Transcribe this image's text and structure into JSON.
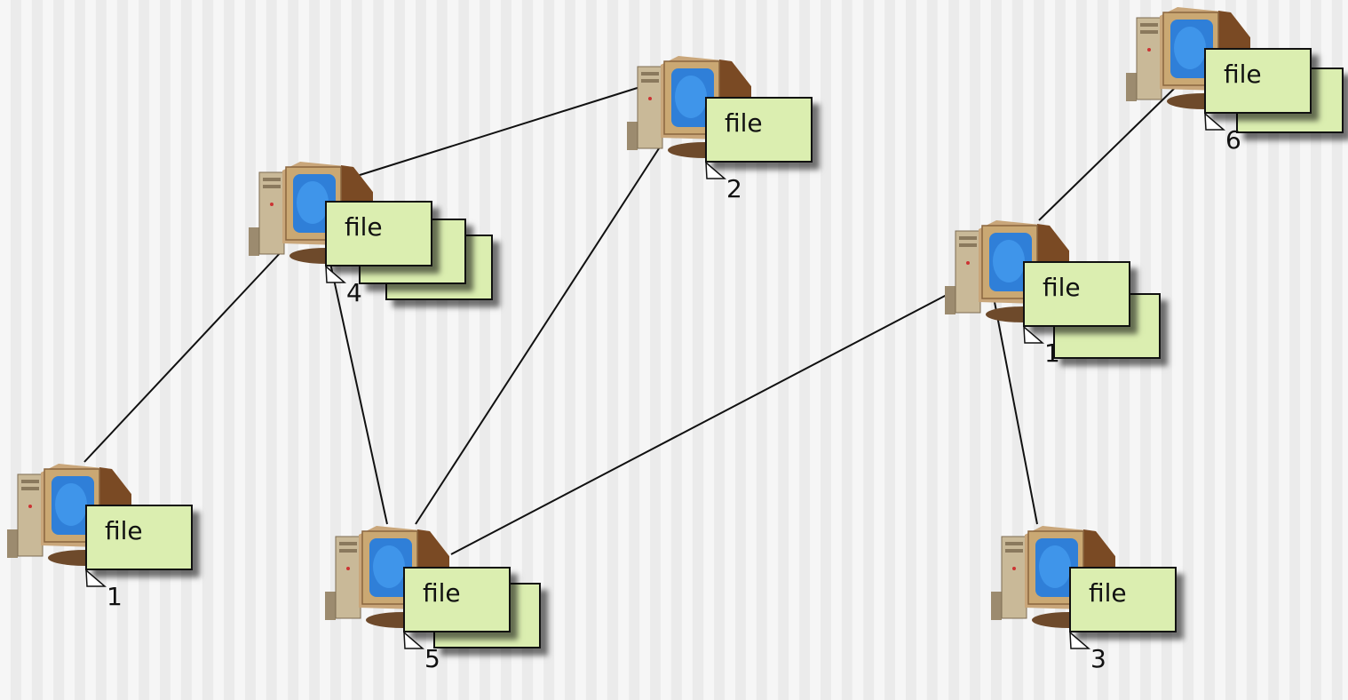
{
  "file_label": "file",
  "nodes": [
    {
      "id": "n1",
      "count": "1"
    },
    {
      "id": "n2",
      "count": "2"
    },
    {
      "id": "n3",
      "count": "3"
    },
    {
      "id": "n4",
      "count": "4"
    },
    {
      "id": "n5",
      "count": "5"
    },
    {
      "id": "n6",
      "count": "6"
    },
    {
      "id": "n7",
      "count": "1"
    }
  ],
  "edges": [
    [
      "n1",
      "n4"
    ],
    [
      "n4",
      "n2"
    ],
    [
      "n4",
      "n5"
    ],
    [
      "n2",
      "n5"
    ],
    [
      "n5",
      "n7"
    ],
    [
      "n7",
      "n6"
    ],
    [
      "n7",
      "n3"
    ]
  ],
  "colors": {
    "file_fill": "#dbeeb0",
    "monitor_screen": "#2f7fd8",
    "computer_case": "#b9a98d",
    "edge": "#111111"
  },
  "icons": [
    "computer-icon",
    "file-icon"
  ]
}
